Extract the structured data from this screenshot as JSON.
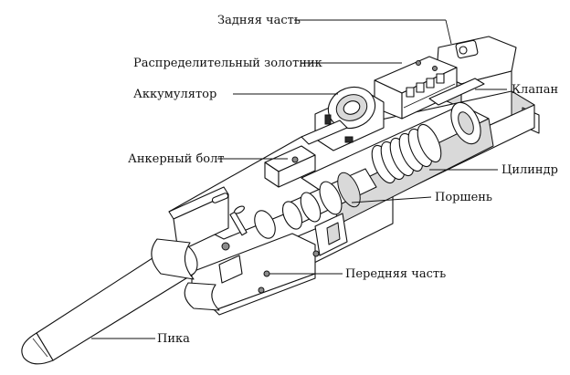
{
  "labels": {
    "rear": "Задняя часть",
    "spool": "Распределительный золотник",
    "accumulator": "Аккумулятор",
    "valve": "Клапан",
    "anchor_bolt": "Анкерный болт",
    "cylinder": "Цилиндр",
    "piston": "Поршень",
    "front": "Передняя часть",
    "pick": "Пика"
  }
}
